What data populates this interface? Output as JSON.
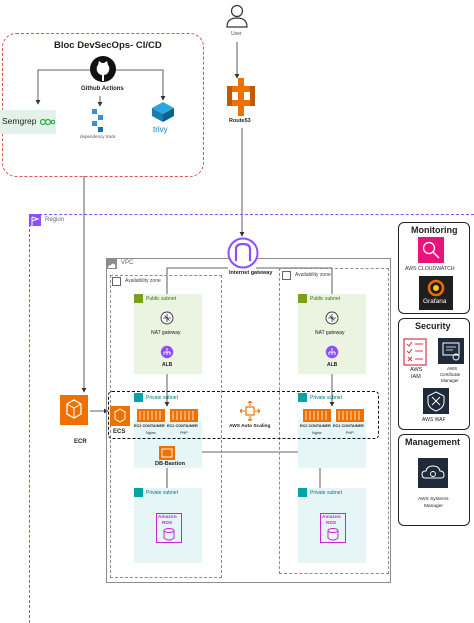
{
  "colors": {
    "devsecops_border": "#d9534f",
    "region_border": "#8c4fff",
    "vpc_border": "#8c8c8c",
    "public_subnet_fill": "#eaf4e0",
    "public_subnet_accent": "#7aa116",
    "private_subnet_fill": "#e6f6f7",
    "private_subnet_accent": "#00a4a6",
    "compute_orange": "#ed7100",
    "network_purple": "#8c4fff",
    "db_purple": "#c925d1",
    "mgmt_pink": "#e7157b",
    "grafana_dark": "#1f1f1f"
  },
  "user": {
    "label": "User",
    "icon": "user-icon"
  },
  "devsecops": {
    "title": "Bloc DevSecOps- CI/CD",
    "github_label": "Github Actions",
    "semgrep_label": "Semgrep",
    "dependency_track_label": "dependency track",
    "trivy_label": "trivy"
  },
  "route53": {
    "label": "Route53"
  },
  "region": {
    "label": "Region"
  },
  "vpc": {
    "label": "VPC"
  },
  "igw": {
    "label": "Internet gateway"
  },
  "az_left": {
    "label": "Availability zone"
  },
  "az_right": {
    "label": "Availability zone"
  },
  "subnets": {
    "public_left": "Public subnet",
    "public_right": "Public subnet",
    "private_app_left": "Private subnet",
    "private_app_right": "Private subnet",
    "private_db_left": "Private subnet",
    "private_db_right": "Private subnet"
  },
  "nat_left": "NAT gateway",
  "nat_right": "NAT gateway",
  "alb_left": "ALB",
  "alb_right": "ALB",
  "ecr": {
    "label": "ECR"
  },
  "ecs": {
    "label": "ECS"
  },
  "ec2_containers": {
    "left_1": "EC2 CONTAINER",
    "left_2": "EC2 CONTAINER",
    "right_1": "EC2 CONTAINER",
    "right_2": "EC2 CONTAINER",
    "left_1_sub": "Nginx",
    "left_2_sub": "PHP",
    "right_1_sub": "Nginx",
    "right_2_sub": "PHP"
  },
  "autoscaling": {
    "label": "AWS Auto Scaling"
  },
  "bastion": {
    "label": "DB-Bastion"
  },
  "rds_left": {
    "line1": "Amazon",
    "line2": "RDS"
  },
  "rds_right": {
    "line1": "Amazon",
    "line2": "RDS"
  },
  "monitoring": {
    "title": "Monitoring",
    "cloudwatch_label": "AWS CLOUDWATCH",
    "grafana_label": "Grafana"
  },
  "security": {
    "title": "Security",
    "iam_label_1": "AWS",
    "iam_label_2": "IAM",
    "acm_label_1": "AWS",
    "acm_label_2": "Certificate",
    "acm_label_3": "Manager",
    "waf_label": "AWS WAF"
  },
  "management": {
    "title": "Management",
    "ssm_label_1": "AWS Systems",
    "ssm_label_2": "Manager"
  }
}
